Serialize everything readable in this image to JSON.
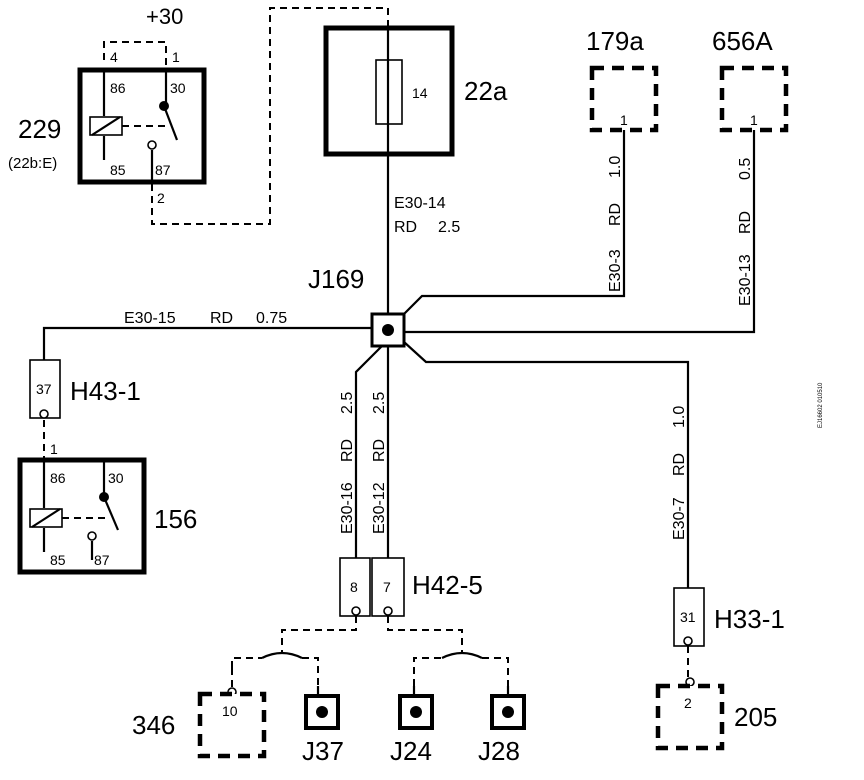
{
  "components": {
    "relay_229": {
      "id": "229",
      "ref": "(22b:E)",
      "supply": "+30",
      "pin_86": "86",
      "pin_30": "30",
      "pin_85": "85",
      "pin_87": "87",
      "term_4": "4",
      "term_1": "1",
      "term_2": "2"
    },
    "fuse_22a": {
      "id": "22a",
      "fuse": "14"
    },
    "conn_179a": {
      "id": "179a",
      "pin": "1"
    },
    "conn_656A": {
      "id": "656A",
      "pin": "1"
    },
    "splice": {
      "id": "J169"
    },
    "conn_H43_1": {
      "id": "H43-1",
      "pin": "37"
    },
    "relay_156": {
      "id": "156",
      "pin_86": "86",
      "pin_30": "30",
      "pin_85": "85",
      "pin_87": "87",
      "term_1": "1"
    },
    "conn_H42_5": {
      "id": "H42-5",
      "pin_a": "8",
      "pin_b": "7"
    },
    "conn_H33_1": {
      "id": "H33-1",
      "pin": "31"
    },
    "conn_346": {
      "id": "346",
      "pin": "10"
    },
    "conn_205": {
      "id": "205",
      "pin": "2"
    },
    "junctions": {
      "j37": "J37",
      "j24": "J24",
      "j28": "J28"
    }
  },
  "wires": {
    "e30_14": {
      "code": "E30-14",
      "color": "RD",
      "size": "2.5"
    },
    "e30_15": {
      "code": "E30-15",
      "color": "RD",
      "size": "0.75"
    },
    "e30_3": {
      "code": "E30-3",
      "color": "RD",
      "size": "1.0"
    },
    "e30_13": {
      "code": "E30-13",
      "color": "RD",
      "size": "0.5"
    },
    "e30_16": {
      "code": "E30-16",
      "color": "RD",
      "size": "2.5"
    },
    "e30_12": {
      "code": "E30-12",
      "color": "RD",
      "size": "2.5"
    },
    "e30_7": {
      "code": "E30-7",
      "color": "RD",
      "size": "1.0"
    }
  },
  "drawing_ref": "EJ16602 010510"
}
